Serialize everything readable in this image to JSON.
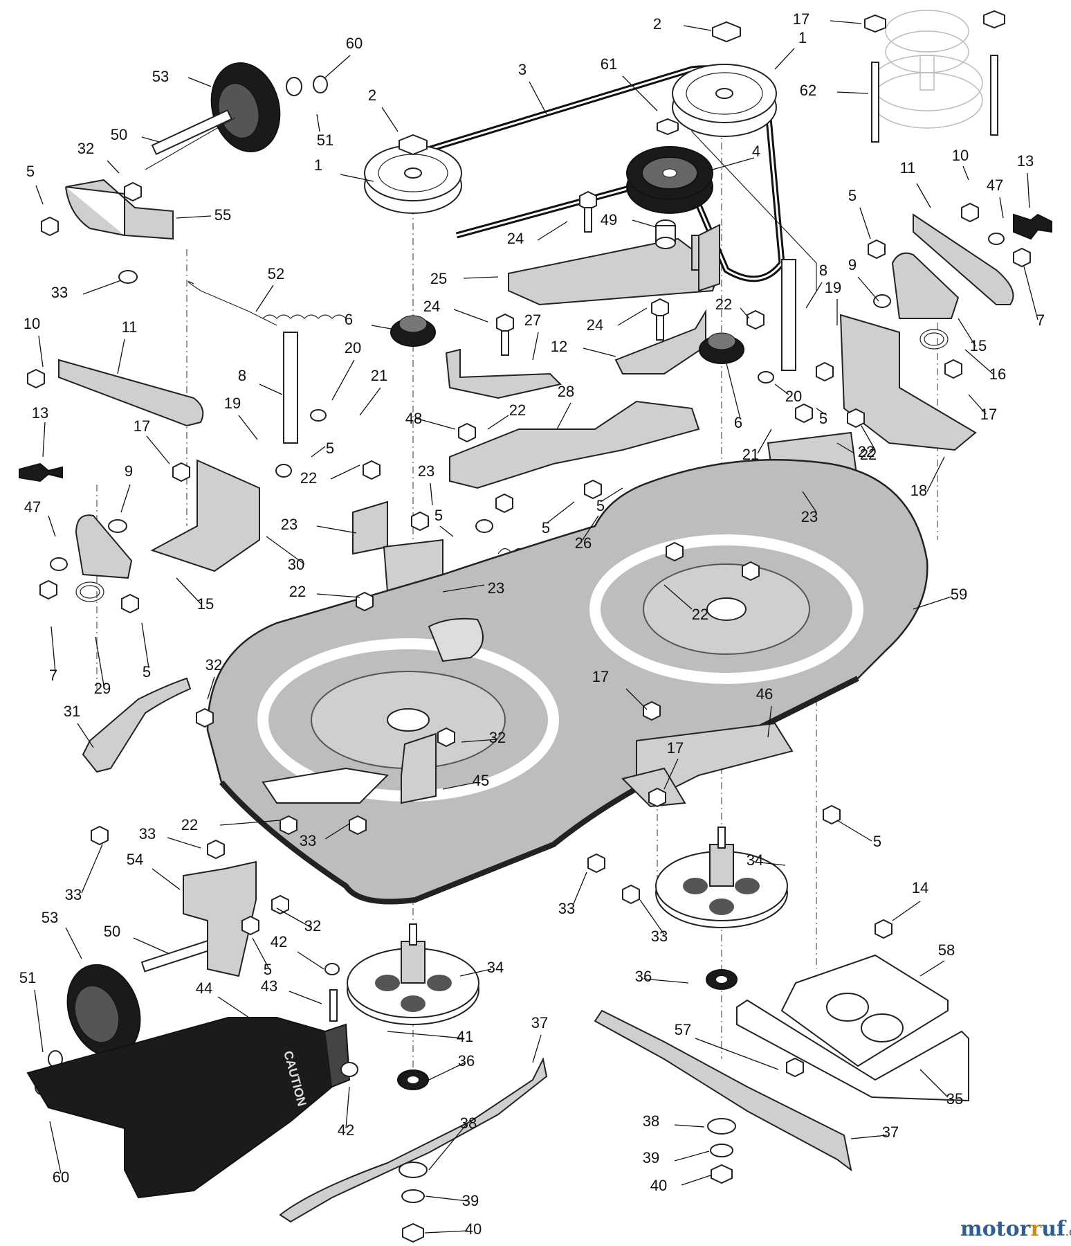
{
  "watermark": {
    "part1": "motor",
    "part2": "uf",
    "suffix": ".de",
    "colors": {
      "motor": "#2f5f8f",
      "ruf": "#c98a10"
    }
  },
  "decal_text": "CAUTION",
  "callouts": [
    {
      "id": "c1",
      "label": "2"
    },
    {
      "id": "c2",
      "label": "17"
    },
    {
      "id": "c3",
      "label": "1"
    },
    {
      "id": "c4",
      "label": "60"
    },
    {
      "id": "c5",
      "label": "53"
    },
    {
      "id": "c6",
      "label": "3"
    },
    {
      "id": "c7",
      "label": "2"
    },
    {
      "id": "c8",
      "label": "61"
    },
    {
      "id": "c9",
      "label": "62"
    },
    {
      "id": "c10",
      "label": "51"
    },
    {
      "id": "c11",
      "label": "50"
    },
    {
      "id": "c12",
      "label": "32"
    },
    {
      "id": "c13",
      "label": "1"
    },
    {
      "id": "c14",
      "label": "4"
    },
    {
      "id": "c15",
      "label": "10"
    },
    {
      "id": "c16",
      "label": "5"
    },
    {
      "id": "c17",
      "label": "55"
    },
    {
      "id": "c18",
      "label": "11"
    },
    {
      "id": "c19",
      "label": "47"
    },
    {
      "id": "c20",
      "label": "13"
    },
    {
      "id": "c21",
      "label": "24"
    },
    {
      "id": "c22",
      "label": "49"
    },
    {
      "id": "c23",
      "label": "5"
    },
    {
      "id": "c24",
      "label": "33"
    },
    {
      "id": "c25",
      "label": "52"
    },
    {
      "id": "c26",
      "label": "25"
    },
    {
      "id": "c27",
      "label": "8"
    },
    {
      "id": "c28",
      "label": "9"
    },
    {
      "id": "c29",
      "label": "19"
    },
    {
      "id": "c30",
      "label": "7"
    },
    {
      "id": "c31",
      "label": "10"
    },
    {
      "id": "c32",
      "label": "6"
    },
    {
      "id": "c33",
      "label": "24"
    },
    {
      "id": "c34",
      "label": "27"
    },
    {
      "id": "c35",
      "label": "22"
    },
    {
      "id": "c36",
      "label": "24"
    },
    {
      "id": "c37",
      "label": "15"
    },
    {
      "id": "c38",
      "label": "11"
    },
    {
      "id": "c39",
      "label": "20"
    },
    {
      "id": "c40",
      "label": "12"
    },
    {
      "id": "c41",
      "label": "16"
    },
    {
      "id": "c42",
      "label": "8"
    },
    {
      "id": "c43",
      "label": "21"
    },
    {
      "id": "c44",
      "label": "20"
    },
    {
      "id": "c45",
      "label": "17"
    },
    {
      "id": "c46",
      "label": "28"
    },
    {
      "id": "c47",
      "label": "6"
    },
    {
      "id": "c48",
      "label": "5"
    },
    {
      "id": "c49",
      "label": "19"
    },
    {
      "id": "c50",
      "label": "48"
    },
    {
      "id": "c51",
      "label": "22"
    },
    {
      "id": "c52",
      "label": "21"
    },
    {
      "id": "c53",
      "label": "22"
    },
    {
      "id": "c54",
      "label": "13"
    },
    {
      "id": "c55",
      "label": "18"
    },
    {
      "id": "c56",
      "label": "17"
    },
    {
      "id": "c57",
      "label": "5"
    },
    {
      "id": "c58",
      "label": "22"
    },
    {
      "id": "c59",
      "label": "22"
    },
    {
      "id": "c60",
      "label": "23"
    },
    {
      "id": "c61",
      "label": "23"
    },
    {
      "id": "c62",
      "label": "9"
    },
    {
      "id": "c63",
      "label": "5"
    },
    {
      "id": "c64",
      "label": "5"
    },
    {
      "id": "c65",
      "label": "47"
    },
    {
      "id": "c66",
      "label": "23"
    },
    {
      "id": "c67",
      "label": "5"
    },
    {
      "id": "c68",
      "label": "26"
    },
    {
      "id": "c69",
      "label": "30"
    },
    {
      "id": "c70",
      "label": "23"
    },
    {
      "id": "c71",
      "label": "22"
    },
    {
      "id": "c72",
      "label": "59"
    },
    {
      "id": "c73",
      "label": "15"
    },
    {
      "id": "c74",
      "label": "22"
    },
    {
      "id": "c75",
      "label": "7"
    },
    {
      "id": "c76",
      "label": "29"
    },
    {
      "id": "c77",
      "label": "5"
    },
    {
      "id": "c78",
      "label": "32"
    },
    {
      "id": "c79",
      "label": "17"
    },
    {
      "id": "c80",
      "label": "46"
    },
    {
      "id": "c81",
      "label": "31"
    },
    {
      "id": "c82",
      "label": "32"
    },
    {
      "id": "c83",
      "label": "17"
    },
    {
      "id": "c84",
      "label": "45"
    },
    {
      "id": "c85",
      "label": "22"
    },
    {
      "id": "c86",
      "label": "33"
    },
    {
      "id": "c87",
      "label": "5"
    },
    {
      "id": "c88",
      "label": "33"
    },
    {
      "id": "c89",
      "label": "54"
    },
    {
      "id": "c90",
      "label": "34"
    },
    {
      "id": "c91",
      "label": "33"
    },
    {
      "id": "c92",
      "label": "14"
    },
    {
      "id": "c93",
      "label": "33"
    },
    {
      "id": "c94",
      "label": "32"
    },
    {
      "id": "c95",
      "label": "33"
    },
    {
      "id": "c96",
      "label": "53"
    },
    {
      "id": "c97",
      "label": "50"
    },
    {
      "id": "c98",
      "label": "42"
    },
    {
      "id": "c99",
      "label": "58"
    },
    {
      "id": "c100",
      "label": "5"
    },
    {
      "id": "c101",
      "label": "44"
    },
    {
      "id": "c102",
      "label": "43"
    },
    {
      "id": "c103",
      "label": "34"
    },
    {
      "id": "c104",
      "label": "36"
    },
    {
      "id": "c105",
      "label": "51"
    },
    {
      "id": "c106",
      "label": "41"
    },
    {
      "id": "c107",
      "label": "37"
    },
    {
      "id": "c108",
      "label": "57"
    },
    {
      "id": "c109",
      "label": "36"
    },
    {
      "id": "c110",
      "label": "35"
    },
    {
      "id": "c111",
      "label": "42"
    },
    {
      "id": "c112",
      "label": "38"
    },
    {
      "id": "c113",
      "label": "37"
    },
    {
      "id": "c114",
      "label": "60"
    },
    {
      "id": "c115",
      "label": "38"
    },
    {
      "id": "c116",
      "label": "39"
    },
    {
      "id": "c117",
      "label": "39"
    },
    {
      "id": "c118",
      "label": "40"
    },
    {
      "id": "c119",
      "label": "40"
    }
  ]
}
